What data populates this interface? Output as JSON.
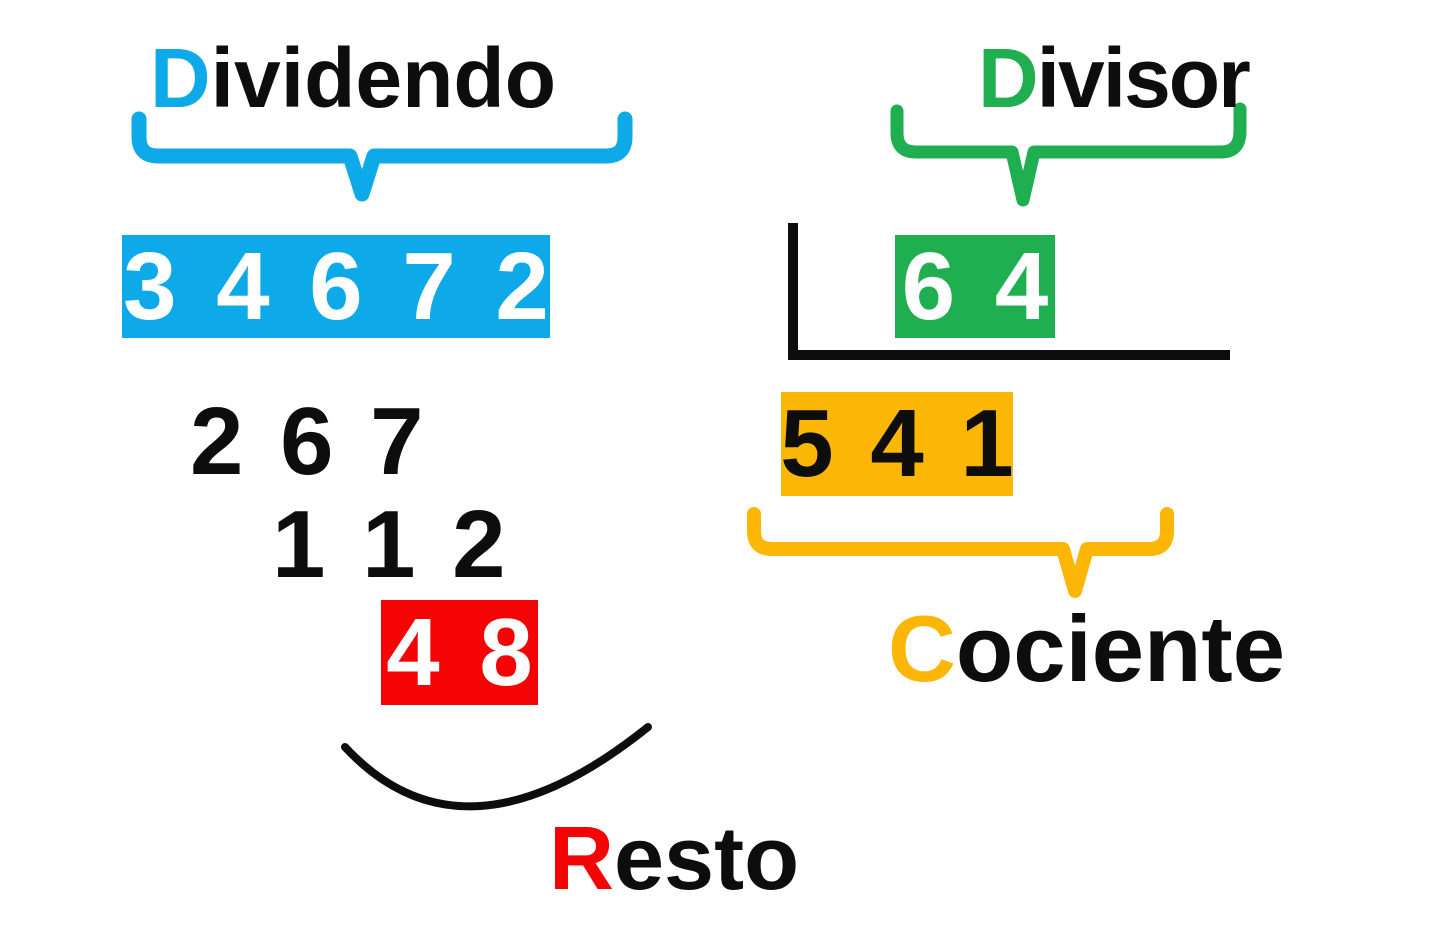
{
  "colors": {
    "dividend": "#0ea9e8",
    "divisor": "#1fae50",
    "quotient": "#fcb606",
    "remainder": "#f40404",
    "ink": "#0d0d0d"
  },
  "dividend": {
    "label_initial": "D",
    "label_rest": "ividendo",
    "value": "3 4 6 7 2"
  },
  "divisor": {
    "label_initial": "D",
    "label_rest": "ivisor",
    "value": "6 4"
  },
  "quotient": {
    "label_initial": "C",
    "label_rest": "ociente",
    "value": "5 4 1"
  },
  "remainder": {
    "label_initial": "R",
    "label_rest": "esto",
    "value": "4 8"
  },
  "steps": {
    "partial_remainder_1": "2 6 7",
    "partial_remainder_2": "1 1 2"
  }
}
